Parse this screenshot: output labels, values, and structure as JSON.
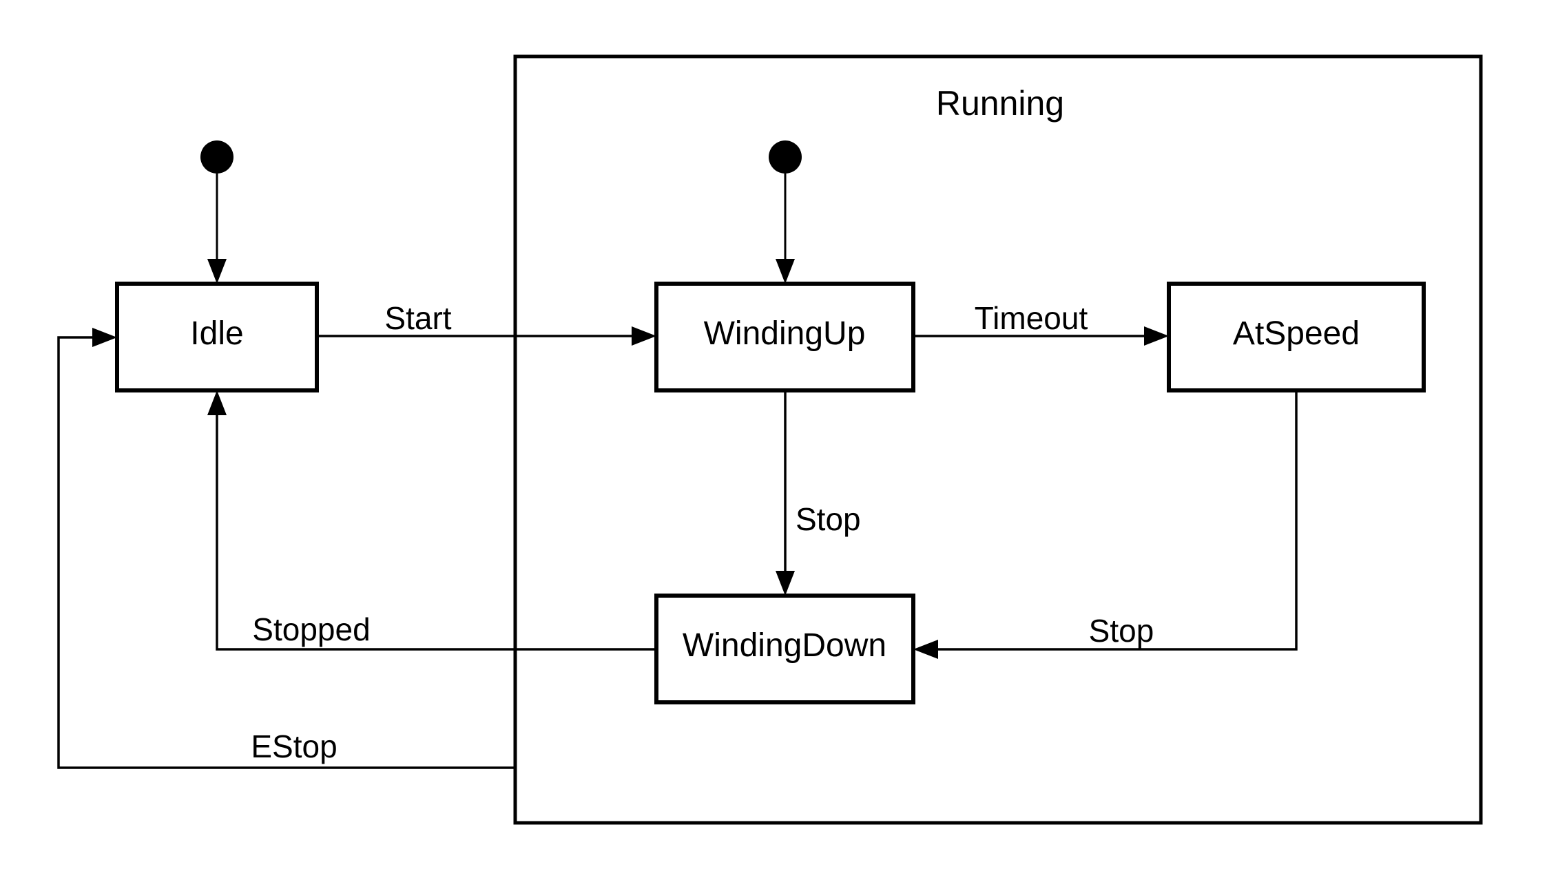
{
  "diagram": {
    "kind": "state-machine",
    "colors": {
      "background": "#ffffff",
      "stroke": "#000000",
      "text": "#000000"
    },
    "composite": {
      "label": "Running",
      "contains": [
        "WindingUp",
        "AtSpeed",
        "WindingDown"
      ]
    },
    "states": {
      "idle": {
        "label": "Idle"
      },
      "windingup": {
        "label": "WindingUp"
      },
      "atspeed": {
        "label": "AtSpeed"
      },
      "windingdown": {
        "label": "WindingDown"
      }
    },
    "initial_markers": [
      {
        "name": "initial-to-idle",
        "to": "Idle"
      },
      {
        "name": "initial-to-windingup",
        "to": "WindingUp"
      }
    ],
    "transitions": {
      "start": {
        "label": "Start",
        "from": "Idle",
        "to": "WindingUp"
      },
      "timeout": {
        "label": "Timeout",
        "from": "WindingUp",
        "to": "AtSpeed"
      },
      "stop_windingup": {
        "label": "Stop",
        "from": "WindingUp",
        "to": "WindingDown"
      },
      "stop_atspeed": {
        "label": "Stop",
        "from": "AtSpeed",
        "to": "WindingDown"
      },
      "stopped": {
        "label": "Stopped",
        "from": "WindingDown",
        "to": "Idle"
      },
      "estop": {
        "label": "EStop",
        "from": "Running",
        "to": "Idle"
      }
    }
  }
}
